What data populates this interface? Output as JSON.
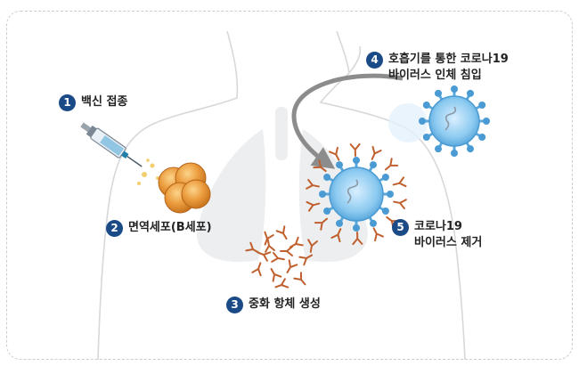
{
  "steps": [
    {
      "num": "1",
      "lines": [
        "백신 접종"
      ]
    },
    {
      "num": "2",
      "lines": [
        "면역세포(B세포)"
      ]
    },
    {
      "num": "3",
      "lines": [
        "중화 항체 생성"
      ]
    },
    {
      "num": "4",
      "lines": [
        "호흡기를 통한 코로나19",
        "바이러스 인체 침입"
      ]
    },
    {
      "num": "5",
      "lines": [
        "코로나19",
        "바이러스 제거"
      ]
    }
  ],
  "colors": {
    "badge": "#1b4b86",
    "virus": "#6fb6e4",
    "antibody": "#c0602e",
    "bcell": "#e69a3a",
    "arrow": "#8c8c8c"
  },
  "icons": [
    "body-outline",
    "lungs",
    "syringe-icon",
    "b-cell-cluster",
    "antibody-icon",
    "virus-icon",
    "curved-arrow-icon"
  ]
}
